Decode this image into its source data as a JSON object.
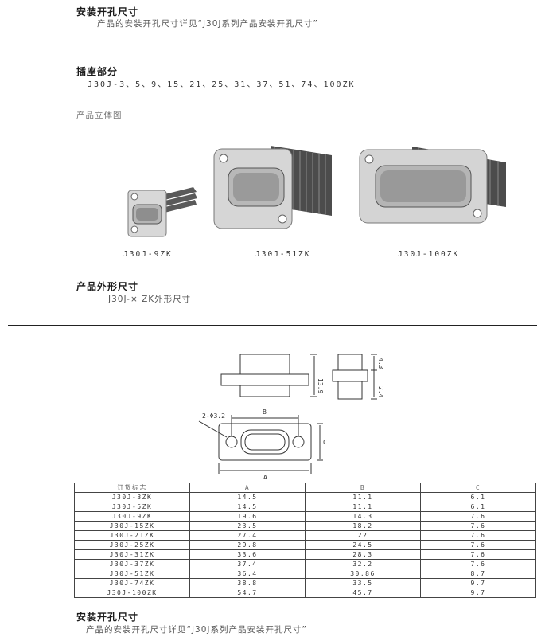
{
  "top_section": {
    "heading": "安装开孔尺寸",
    "note": "产品的安装开孔尺寸详见“J30J系列产品安装开孔尺寸”"
  },
  "socket_section": {
    "heading": "插座部分",
    "models": "J30J-3、5、9、15、21、25、31、37、51、74、100ZK"
  },
  "view_section": {
    "heading": "产品立体图",
    "captions": [
      "J30J-9ZK",
      "J30J-51ZK",
      "J30J-100ZK"
    ]
  },
  "outline_section": {
    "heading": "产品外形尺寸",
    "note": "J30J-× ZK外形尺寸"
  },
  "drawing": {
    "dim_height": "13.9",
    "dim_side_top": "4.3",
    "dim_side_bottom": "2.4",
    "hole_label": "2-Φ3.2",
    "label_a": "A",
    "label_b": "B",
    "label_c": "C"
  },
  "spec_table": {
    "headers": [
      "订货标志",
      "A",
      "B",
      "C"
    ],
    "rows": [
      [
        "J30J-3ZK",
        "14.5",
        "11.1",
        "6.1"
      ],
      [
        "J30J-5ZK",
        "14.5",
        "11.1",
        "6.1"
      ],
      [
        "J30J-9ZK",
        "19.6",
        "14.3",
        "7.6"
      ],
      [
        "J30J-15ZK",
        "23.5",
        "18.2",
        "7.6"
      ],
      [
        "J30J-21ZK",
        "27.4",
        "22",
        "7.6"
      ],
      [
        "J30J-25ZK",
        "29.8",
        "24.5",
        "7.6"
      ],
      [
        "J30J-31ZK",
        "33.6",
        "28.3",
        "7.6"
      ],
      [
        "J30J-37ZK",
        "37.4",
        "32.2",
        "7.6"
      ],
      [
        "J30J-51ZK",
        "36.4",
        "30.86",
        "8.7"
      ],
      [
        "J30J-74ZK",
        "38.8",
        "33.5",
        "9.7"
      ],
      [
        "J30J-100ZK",
        "54.7",
        "45.7",
        "9.7"
      ]
    ]
  },
  "bottom_section": {
    "heading": "安装开孔尺寸",
    "note": "产品的安装开孔尺寸详见“J30J系列产品安装开孔尺寸”"
  }
}
